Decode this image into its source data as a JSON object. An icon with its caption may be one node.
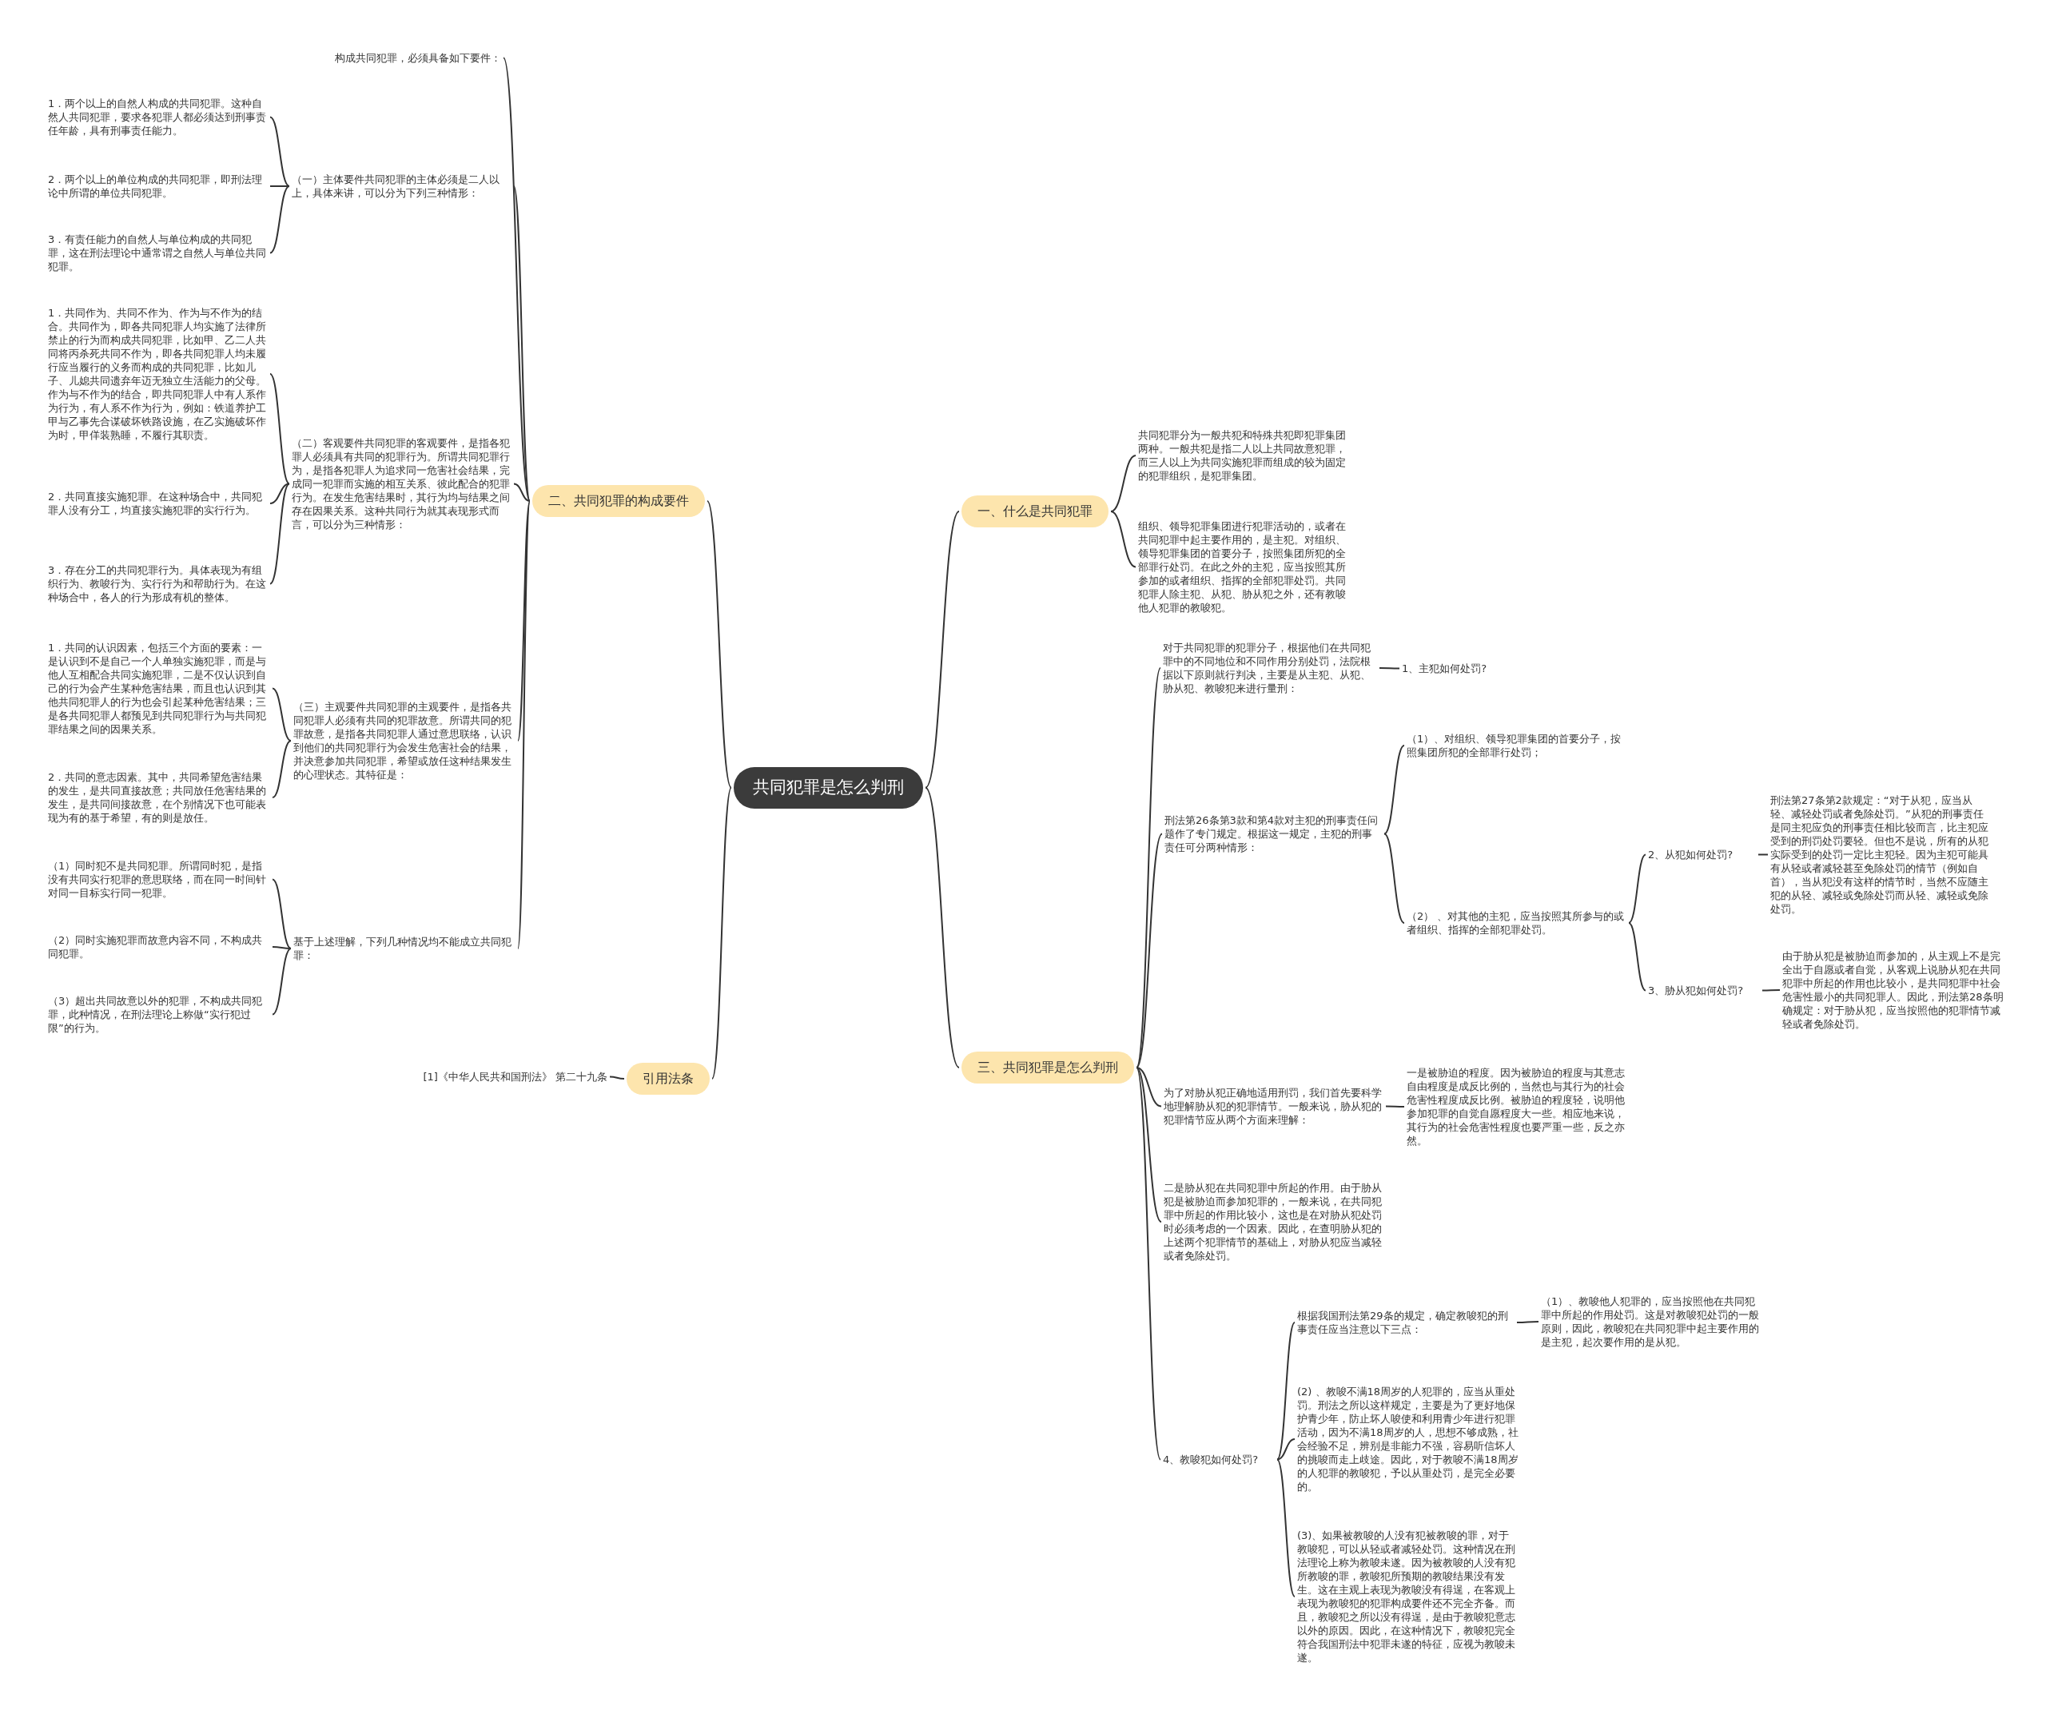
{
  "diagram": {
    "nodes": [
      {
        "text": [
          "共同犯罪是怎么判刑"
        ]
      },
      {
        "text": [
          "一、什么是共同犯罪"
        ]
      },
      {
        "text": [
          "共同犯罪分为一般共犯和特殊共犯即犯罪集团两种。一般共犯是指二人以上共同故意犯罪，而三人以上为共同实施犯罪而组成的较为固定的犯罪组织，是犯罪集团。"
        ]
      },
      {
        "text": [
          "组织、领导犯罪集团进行犯罪活动的，或者在共同犯罪中起主要作用的，是主犯。对组织、领导犯罪集团的首要分子，按照集团所犯的全部罪行处罚。在此之外的主犯，应当按照其所参加的或者组织、指挥的全部犯罪处罚。共同犯罪人除主犯、从犯、胁从犯之外，还有教唆他人犯罪的教唆犯。"
        ]
      },
      {
        "text": [
          "二、共同犯罪的构成要件"
        ]
      },
      {
        "text": [
          "构成共同犯罪，必须具备如下要件："
        ]
      },
      {
        "text": [
          "（一）主体要件共同犯罪的主体必须是二人以上，具体来讲，可以分为下列三种情形："
        ]
      },
      {
        "text": [
          "1．两个以上的自然人构成的共同犯罪。这种自然人共同犯罪，要求各犯罪人都必须达到刑事责任年龄，具有刑事责任能力。"
        ]
      },
      {
        "text": [
          "2．两个以上的单位构成的共同犯罪，即刑法理论中所谓的单位共同犯罪。"
        ]
      },
      {
        "text": [
          "3．有责任能力的自然人与单位构成的共同犯罪，这在刑法理论中通常谓之自然人与单位共同犯罪。"
        ]
      },
      {
        "text": [
          "（二）客观要件共同犯罪的客观要件，是指各犯罪人必须具有共同的犯罪行为。所谓共同犯罪行为，是指各犯罪人为追求同一危害社会结果，完成同一犯罪而实施的相互关系、彼此配合的犯罪行为。在发生危害结果时，其行为均与结果之间存在因果关系。这种共同行为就其表现形式而言，可以分为三种情形："
        ]
      },
      {
        "text": [
          "1．共同作为、共同不作为、作为与不作为的结合。共同作为，即各共同犯罪人均实施了法律所禁止的行为而构成共同犯罪，比如甲、乙二人共同将丙杀死共同不作为，即各共同犯罪人均未履行应当履行的义务而构成的共同犯罪，比如儿子、儿媳共同遗弃年迈无独立生活能力的父母。作为与不作为的结合，即共同犯罪人中有人系作为行为，有人系不作为行为，例如：铁道养护工甲与乙事先合谋破坏铁路设施，在乙实施破坏作为时，甲佯装熟睡，不履行其职责。"
        ]
      },
      {
        "text": [
          "2．共同直接实施犯罪。在这种场合中，共同犯罪人没有分工，均直接实施犯罪的实行行为。"
        ]
      },
      {
        "text": [
          "3．存在分工的共同犯罪行为。具体表现为有组织行为、教唆行为、实行行为和帮助行为。在这种场合中，各人的行为形成有机的整体。"
        ]
      },
      {
        "text": [
          "（三）主观要件共同犯罪的主观要件，是指各共同犯罪人必须有共同的犯罪故意。所谓共同的犯罪故意，是指各共同犯罪人通过意思联络，认识到他们的共同犯罪行为会发生危害社会的结果，并决意参加共同犯罪，希望或放任这种结果发生的心理状态。其特征是："
        ]
      },
      {
        "text": [
          "1．共同的认识因素，包括三个方面的要素：一是认识到不是自己一个人单独实施犯罪，而是与他人互相配合共同实施犯罪，二是不仅认识到自己的行为会产生某种危害结果，而且也认识到其他共同犯罪人的行为也会引起某种危害结果；三是各共同犯罪人都预见到共同犯罪行为与共同犯罪结果之间的因果关系。"
        ]
      },
      {
        "text": [
          "2．共同的意志因素。其中，共同希望危害结果的发生，是共同直接故意；共同放任危害结果的发生，是共同间接故意，在个别情况下也可能表现为有的基于希望，有的则是放任。"
        ]
      },
      {
        "text": [
          "基于上述理解，下列几种情况均不能成立共同犯罪："
        ]
      },
      {
        "text": [
          "（1）同时犯不是共同犯罪。所谓同时犯，是指没有共同实行犯罪的意思联络，而在同一时间针对同一目标实行同一犯罪。"
        ]
      },
      {
        "text": [
          "（2）同时实施犯罪而故意内容不同，不构成共同犯罪。"
        ]
      },
      {
        "text": [
          "（3）超出共同故意以外的犯罪，不构成共同犯罪，此种情况，在刑法理论上称做“实行犯过限”的行为。"
        ]
      },
      {
        "text": [
          "三、共同犯罪是怎么判刑"
        ]
      },
      {
        "text": [
          "对于共同犯罪的犯罪分子，根据他们在共同犯罪中的不同地位和不同作用分别处罚，法院根据以下原则就行判决，主要是从主犯、从犯、胁从犯、教唆犯来进行量刑："
        ]
      },
      {
        "text": [
          "1、主犯如何处罚?"
        ]
      },
      {
        "text": [
          "刑法第26条第3款和第4款对主犯的刑事责任问题作了专门规定。根据这一规定，主犯的刑事责任可分两种情形："
        ]
      },
      {
        "text": [
          "（1）、对组织、领导犯罪集团的首要分子，按照集团所犯的全部罪行处罚；"
        ]
      },
      {
        "text": [
          "（2） 、对其他的主犯，应当按照其所参与的或者组织、指挥的全部犯罪处罚。"
        ]
      },
      {
        "text": [
          "2、从犯如何处罚?"
        ]
      },
      {
        "text": [
          "刑法第27条第2款规定：“对于从犯，应当从轻、减轻处罚或者免除处罚。”从犯的刑事责任是同主犯应负的刑事责任相比较而言，比主犯应受到的刑罚处罚要轻。但也不是说，所有的从犯实际受到的处罚一定比主犯轻。因为主犯可能具有从轻或者减轻甚至免除处罚的情节（例如自首），当从犯没有这样的情节时，当然不应随主犯的从轻、减轻或免除处罚而从轻、减轻或免除处罚。"
        ]
      },
      {
        "text": [
          "3、胁从犯如何处罚?"
        ]
      },
      {
        "text": [
          "由于胁从犯是被胁迫而参加的，从主观上不是完全出于自愿或者自觉，从客观上说胁从犯在共同犯罪中所起的作用也比较小，是共同犯罪中社会危害性最小的共同犯罪人。因此，刑法第28条明确规定：对于胁从犯，应当按照他的犯罪情节减轻或者免除处罚。"
        ]
      },
      {
        "text": [
          "为了对胁从犯正确地适用刑罚，我们首先要科学地理解胁从犯的犯罪情节。一般来说，胁从犯的犯罪情节应从两个方面来理解："
        ]
      },
      {
        "text": [
          "一是被胁迫的程度。因为被胁迫的程度与其意志自由程度是成反比例的，当然也与其行为的社会危害性程度成反比例。被胁迫的程度轻，说明他参加犯罪的自觉自愿程度大一些。相应地来说，其行为的社会危害性程度也要严重一些，反之亦然。"
        ]
      },
      {
        "text": [
          "二是胁从犯在共同犯罪中所起的作用。由于胁从犯是被胁迫而参加犯罪的，一般来说，在共同犯罪中所起的作用比较小，这也是在对胁从犯处罚时必须考虑的一个因素。因此，在查明胁从犯的上述两个犯罪情节的基础上，对胁从犯应当减轻或者免除处罚。"
        ]
      },
      {
        "text": [
          "4、教唆犯如何处罚?"
        ]
      },
      {
        "text": [
          "根据我国刑法第29条的规定，确定教唆犯的刑事责任应当注意以下三点："
        ]
      },
      {
        "text": [
          "（1）、教唆他人犯罪的，应当按照他在共同犯罪中所起的作用处罚。这是对教唆犯处罚的一般原则，因此，教唆犯在共同犯罪中起主要作用的是主犯，起次要作用的是从犯。"
        ]
      },
      {
        "text": [
          "(2) 、教唆不满18周岁的人犯罪的，应当从重处罚。刑法之所以这样规定，主要是为了更好地保护青少年，防止坏人唆使和利用青少年进行犯罪活动，因为不满18周岁的人，思想不够成熟，社会经验不足，辨别是非能力不强，容易听信坏人的挑唆而走上歧途。因此，对于教唆不满18周岁的人犯罪的教唆犯，予以从重处罚，是完全必要的。"
        ]
      },
      {
        "text": [
          "(3)、如果被教唆的人没有犯被教唆的罪，对于教唆犯，可以从轻或者减轻处罚。这种情况在刑法理论上称为教唆未遂。因为被教唆的人没有犯所教唆的罪，教唆犯所预期的教唆结果没有发生。这在主观上表现为教唆没有得逞，在客观上表现为教唆犯的犯罪构成要件还不完全齐备。而且，教唆犯之所以没有得逞，是由于教唆犯意志以外的原因。因此，在这种情况下，教唆犯完全符合我国刑法中犯罪未遂的特征，应视为教唆未遂。"
        ]
      },
      {
        "text": [
          "引用法条"
        ]
      },
      {
        "text": [
          "[1]《中华人民共和国刑法》 第二十九条"
        ]
      }
    ],
    "edges": [
      {
        "from": 0,
        "to": 1,
        "arrow": "none"
      },
      {
        "from": 1,
        "to": 2,
        "arrow": "none"
      },
      {
        "from": 1,
        "to": 3,
        "arrow": "none"
      },
      {
        "from": 0,
        "to": 4,
        "arrow": "none"
      },
      {
        "from": 4,
        "to": 5,
        "arrow": "none"
      },
      {
        "from": 4,
        "to": 6,
        "arrow": "none"
      },
      {
        "from": 6,
        "to": 7,
        "arrow": "none"
      },
      {
        "from": 6,
        "to": 8,
        "arrow": "none"
      },
      {
        "from": 6,
        "to": 9,
        "arrow": "none"
      },
      {
        "from": 4,
        "to": 10,
        "arrow": "none"
      },
      {
        "from": 10,
        "to": 11,
        "arrow": "none"
      },
      {
        "from": 10,
        "to": 12,
        "arrow": "none"
      },
      {
        "from": 10,
        "to": 13,
        "arrow": "none"
      },
      {
        "from": 4,
        "to": 14,
        "arrow": "none"
      },
      {
        "from": 14,
        "to": 15,
        "arrow": "none"
      },
      {
        "from": 14,
        "to": 16,
        "arrow": "none"
      },
      {
        "from": 4,
        "to": 17,
        "arrow": "none"
      },
      {
        "from": 17,
        "to": 18,
        "arrow": "none"
      },
      {
        "from": 17,
        "to": 19,
        "arrow": "none"
      },
      {
        "from": 17,
        "to": 20,
        "arrow": "none"
      },
      {
        "from": 0,
        "to": 21,
        "arrow": "none"
      },
      {
        "from": 21,
        "to": 22,
        "arrow": "none"
      },
      {
        "from": 22,
        "to": 23,
        "arrow": "none"
      },
      {
        "from": 21,
        "to": 24,
        "arrow": "none"
      },
      {
        "from": 24,
        "to": 25,
        "arrow": "none"
      },
      {
        "from": 24,
        "to": 26,
        "arrow": "none"
      },
      {
        "from": 26,
        "to": 27,
        "arrow": "none"
      },
      {
        "from": 27,
        "to": 28,
        "arrow": "none"
      },
      {
        "from": 26,
        "to": 29,
        "arrow": "none"
      },
      {
        "from": 29,
        "to": 30,
        "arrow": "none"
      },
      {
        "from": 21,
        "to": 31,
        "arrow": "none"
      },
      {
        "from": 31,
        "to": 32,
        "arrow": "none"
      },
      {
        "from": 21,
        "to": 33,
        "arrow": "none"
      },
      {
        "from": 21,
        "to": 34,
        "arrow": "none"
      },
      {
        "from": 34,
        "to": 35,
        "arrow": "none"
      },
      {
        "from": 35,
        "to": 36,
        "arrow": "none"
      },
      {
        "from": 34,
        "to": 37,
        "arrow": "none"
      },
      {
        "from": 34,
        "to": 38,
        "arrow": "none"
      },
      {
        "from": 0,
        "to": 39,
        "arrow": "none"
      },
      {
        "from": 39,
        "to": 40,
        "arrow": "none"
      }
    ]
  }
}
